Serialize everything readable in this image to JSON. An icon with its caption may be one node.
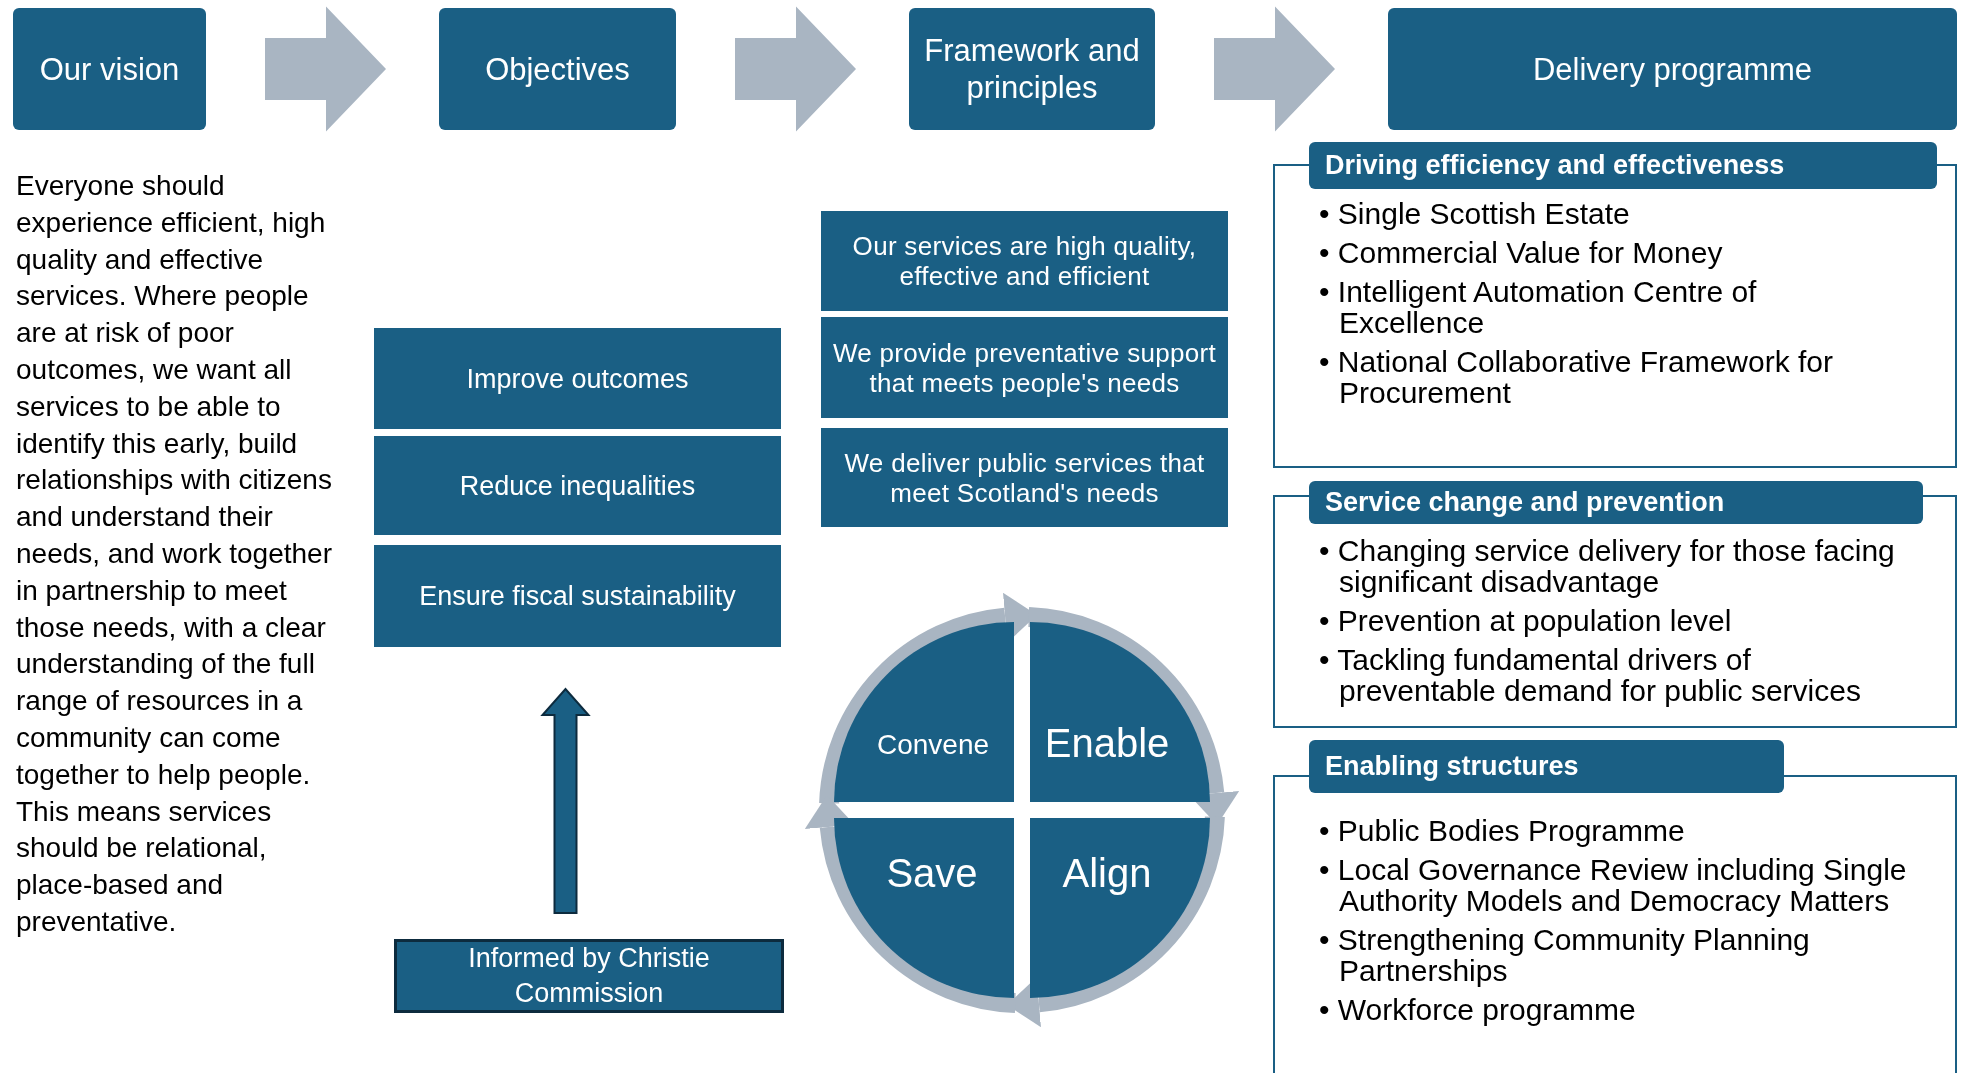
{
  "diagram": {
    "nodes": [
      {
        "text": [
          "Our vision"
        ]
      },
      {
        "text": [
          "Objectives"
        ]
      },
      {
        "text": [
          "Framework and principles"
        ]
      },
      {
        "text": [
          "Delivery programme"
        ]
      },
      {
        "text": [
          "Improve outcomes"
        ]
      },
      {
        "text": [
          "Reduce inequalities"
        ]
      },
      {
        "text": [
          "Ensure fiscal sustainability"
        ]
      },
      {
        "text": [
          "Informed by Christie Commission"
        ]
      },
      {
        "text": [
          "Our services are high quality, effective and efficient"
        ]
      },
      {
        "text": [
          "We provide preventative support that meets people's needs"
        ]
      },
      {
        "text": [
          "We deliver public services that meet Scotland's needs"
        ]
      },
      {
        "text": [
          "Convene"
        ]
      },
      {
        "text": [
          "Enable"
        ]
      },
      {
        "text": [
          "Align"
        ]
      },
      {
        "text": [
          "Save"
        ]
      },
      {
        "text": [
          "Driving efficiency and effectiveness",
          "• Single Scottish Estate",
          "• Commercial Value for Money",
          "• Intelligent Automation Centre of Excellence",
          "• National Collaborative Framework for Procurement"
        ]
      },
      {
        "text": [
          "Service change and prevention",
          "• Changing service delivery for those facing significant disadvantage",
          "• Prevention at population level",
          "• Tackling fundamental drivers of preventable demand for public services"
        ]
      },
      {
        "text": [
          "Enabling structures",
          "• Public Bodies Programme",
          "• Local Governance Review including Single Authority Models and Democracy Matters",
          "• Strengthening Community Planning Partnerships",
          "• Workforce programme"
        ]
      }
    ],
    "edges": [
      {
        "from": 0,
        "to": 1,
        "arrow": "to"
      },
      {
        "from": 1,
        "to": 2,
        "arrow": "to"
      },
      {
        "from": 2,
        "to": 3,
        "arrow": "to"
      },
      {
        "from": 7,
        "to": 6,
        "arrow": "to",
        "color": "#1a5f84"
      },
      {
        "from": 11,
        "to": 12,
        "arrow": "to"
      },
      {
        "from": 12,
        "to": 13,
        "arrow": "to"
      },
      {
        "from": 13,
        "to": 14,
        "arrow": "to"
      },
      {
        "from": 14,
        "to": 11,
        "arrow": "to"
      }
    ],
    "labels": [
      "Everyone should experience efficient, high quality and effective services. Where people are at risk of poor outcomes, we want all services to be able to identify this early, build relationships with citizens and understand their needs, and work together in partnership to meet those needs, with a clear understanding of the full range of resources in a community can come together to help people. This means services should be relational, place-based and preventative."
    ]
  }
}
